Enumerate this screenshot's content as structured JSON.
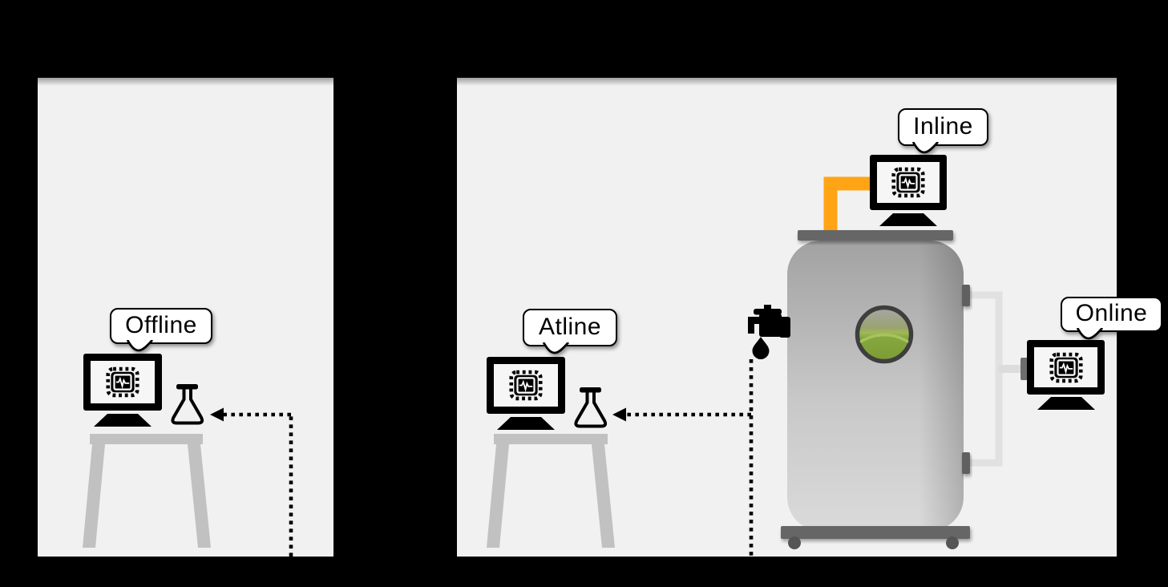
{
  "labels": {
    "offline": "Offline",
    "atline": "Atline",
    "inline": "Inline",
    "online": "Online"
  },
  "icons": {
    "monitor_screen": "chip-waveform-analyzer-icon",
    "flask": "erlenmeyer-flask-icon",
    "faucet": "sampling-tap-icon",
    "droplet": "sample-droplet-icon",
    "dotted_arrow": "sample-transfer-dashed-arrow",
    "tank": "process-tank",
    "porthole": "tank-porthole-green-liquid",
    "inline_pipe": "inline-probe-elbow-pipe",
    "bypass_loop": "online-bypass-loop-pipe",
    "callout": "speech-bubble-callout"
  },
  "colors": {
    "background": "#000000",
    "panel": "#f1f1f1",
    "accent_orange": "#FFA414",
    "tank_top": "#a2a2a2",
    "tank_bottom": "#dadada",
    "metal_dark": "#666666",
    "liquid_green": "#7c9c33",
    "liquid_surface": "#a7c35c",
    "pipe_light": "#e1e1e1",
    "table_gray": "#c1c1c1",
    "line_black": "#000000"
  }
}
